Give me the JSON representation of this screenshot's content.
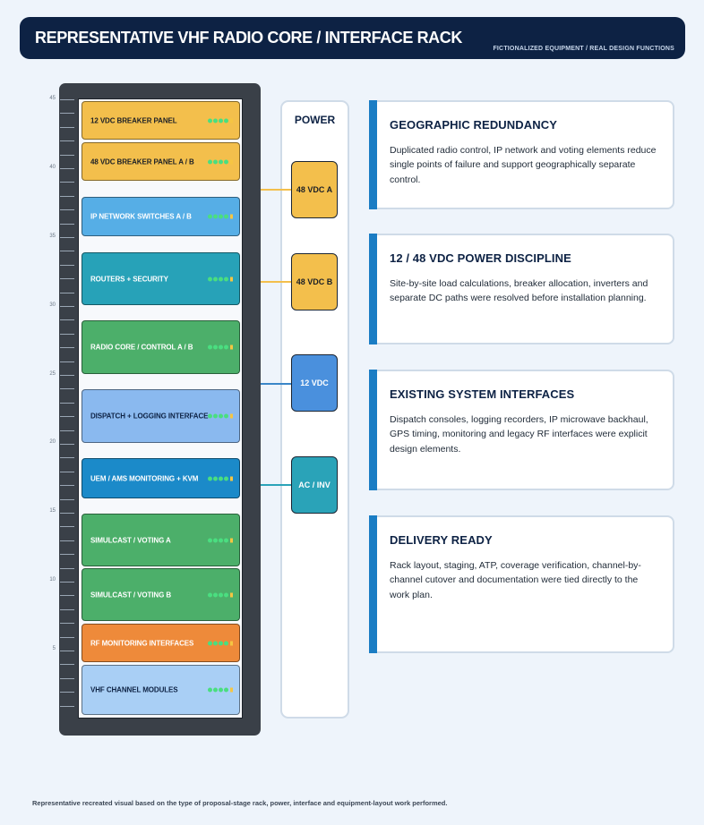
{
  "header": {
    "title": "REPRESENTATIVE VHF RADIO CORE / INTERFACE RACK",
    "subtitle": "FICTIONALIZED EQUIPMENT / REAL DESIGN FUNCTIONS"
  },
  "ruler": {
    "labels": [
      "45",
      "40",
      "35",
      "30",
      "25",
      "20",
      "15",
      "10",
      "5"
    ]
  },
  "rack": {
    "modules": [
      {
        "label": "12 VDC BREAKER PANEL",
        "color": "#f3bf4c",
        "text_color": "#1b1f26"
      },
      {
        "label": "48 VDC BREAKER PANEL A / B",
        "color": "#f3bf4c",
        "text_color": "#1b1f26"
      },
      {
        "label": "IP NETWORK SWITCHES A / B",
        "color": "#56aee6",
        "text_color": "#ffffff"
      },
      {
        "label": "ROUTERS + SECURITY",
        "color": "#27a2b8",
        "text_color": "#ffffff"
      },
      {
        "label": "RADIO CORE / CONTROL A / B",
        "color": "#4caf6a",
        "text_color": "#ffffff"
      },
      {
        "label": "DISPATCH + LOGGING INTERFACE",
        "color": "#8ab9ef",
        "text_color": "#0d2244"
      },
      {
        "label": "UEM / AMS MONITORING + KVM",
        "color": "#1b8ac9",
        "text_color": "#ffffff"
      },
      {
        "label": "SIMULCAST / VOTING A",
        "color": "#4caf6a",
        "text_color": "#ffffff"
      },
      {
        "label": "SIMULCAST / VOTING B",
        "color": "#4caf6a",
        "text_color": "#ffffff"
      },
      {
        "label": "RF MONITORING INTERFACES",
        "color": "#ee8a3a",
        "text_color": "#ffffff"
      },
      {
        "label": "VHF CHANNEL MODULES",
        "color": "#a9cff5",
        "text_color": "#0d2244"
      }
    ]
  },
  "power": {
    "title": "POWER",
    "boxes": [
      {
        "label": "48 VDC A",
        "color": "#f3bf4c",
        "line_color": "#f3bf4c",
        "text_color": "#1b1f26"
      },
      {
        "label": "48 VDC B",
        "color": "#f3bf4c",
        "line_color": "#f3bf4c",
        "text_color": "#1b1f26"
      },
      {
        "label": "12 VDC",
        "color": "#4a90dd",
        "line_color": "#3a86c8",
        "text_color": "#ffffff"
      },
      {
        "label": "AC / INV",
        "color": "#2aa3b8",
        "line_color": "#2aa3b8",
        "text_color": "#ffffff"
      }
    ]
  },
  "cards": [
    {
      "title": "GEOGRAPHIC REDUNDANCY",
      "body": "Duplicated radio control, IP network and voting elements reduce single points of failure and support geographically separate control."
    },
    {
      "title": "12 / 48 VDC POWER DISCIPLINE",
      "body": "Site-by-site load calculations, breaker allocation, inverters and separate DC paths were resolved before installation planning."
    },
    {
      "title": "EXISTING SYSTEM INTERFACES",
      "body": "Dispatch consoles, logging recorders, IP microwave backhaul, GPS timing, monitoring and legacy RF interfaces were explicit design elements."
    },
    {
      "title": "DELIVERY READY",
      "body": "Rack layout, staging, ATP, coverage verification, channel-by-channel cutover and documentation were tied directly to the work plan."
    }
  ],
  "footer": {
    "note": "Representative recreated visual based on the type of proposal-stage rack, power, interface and equipment-layout work performed."
  }
}
